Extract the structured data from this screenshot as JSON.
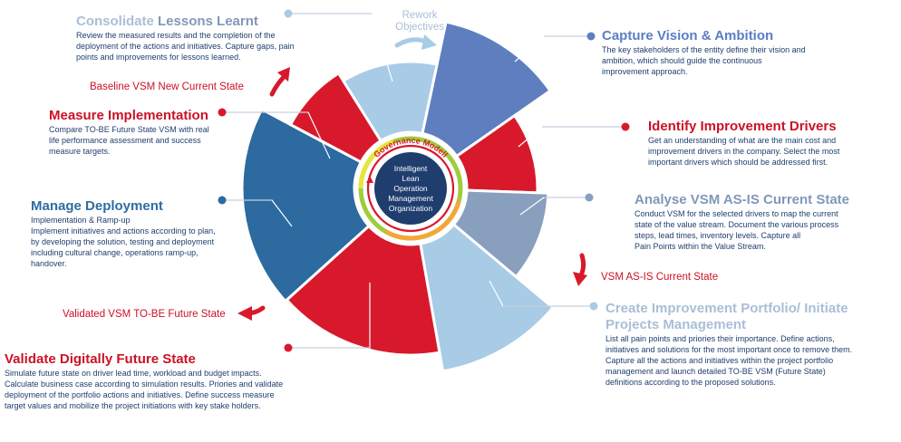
{
  "colors": {
    "dark_blue": "#2c6aa0",
    "light_blue": "#a8cbe6",
    "steel_blue": "#5f7ec0",
    "red": "#d8192c",
    "grey_blue": "#889fbe",
    "navy": "#1f3e6e",
    "ring_yellow": "#e8e63a",
    "ring_green": "#9fcd3b",
    "ring_orange": "#f3a63a"
  },
  "rework_label": "Rework\nObjectives",
  "center": {
    "ring_label": "Governance Modell",
    "core_lines": [
      "Intelligent",
      "Lean",
      "Operation",
      "Management",
      "Organization"
    ]
  },
  "steps": {
    "consolidate": {
      "title_a": "Consolidate ",
      "title_b": "Lessons Learnt",
      "text": "Review the measured results and the completion of the\ndeployment of the actions and initiatives. Capture gaps, pain\npoints and improvements for lessons learned."
    },
    "capture_vision": {
      "title": "Capture Vision & Ambition",
      "text": "The key stakeholders of the entity define their vision and\nambition, which should guide the continuous\nimprovement approach."
    },
    "identify_drivers": {
      "title": "Identify Improvement Drivers",
      "text": "Get an understanding of what are the main cost and\nimprovement drivers in the company. Select the most\nimportant drivers which should be addressed first."
    },
    "analyse_vsm": {
      "title": "Analyse VSM AS-IS Current State",
      "text": "Conduct VSM for the selected drivers to map the current\nstate of the value stream. Document the various process\nsteps, lead times, inventory levels. Capture all\nPain Points within the Value Stream."
    },
    "create_portfolio": {
      "title_line1": "Create Improvement Portfolio/ Initiate",
      "title_line2": "Projects Management",
      "text": "List all pain points and priories their importance. Define actions,\ninitiatives and solutions for the most important once to remove them.\nCapture all the actions and initiatives within the project portfolio\nmanagement and launch detailed TO-BE VSM (Future State)\ndefinitions according to the proposed solutions."
    },
    "validate_future": {
      "title": "Validate Digitally Future State",
      "text": "Simulate future state on driver lead time, workload and budget impacts.\nCalculate business case according to simulation results. Priories and validate\ndeployment of the portfolio actions and initiatives. Define success measure\ntarget values and mobilize the project initiations with key stake holders."
    },
    "manage_deployment": {
      "title": "Manage Deployment",
      "text": "Implementation & Ramp-up\nImplement initiatives and actions according to plan,\nby developing the solution, testing and deployment\nincluding cultural change, operations ramp-up,\nhandover."
    },
    "measure_implementation": {
      "title": "Measure Implementation",
      "text": "Compare TO-BE Future State VSM with real\nlife performance assessment and success\nmeasure targets."
    }
  },
  "state_labels": {
    "baseline": "Baseline VSM New Current State",
    "vsm_as_is": "VSM AS-IS Current State",
    "validated": "Validated VSM TO-BE Future State"
  }
}
